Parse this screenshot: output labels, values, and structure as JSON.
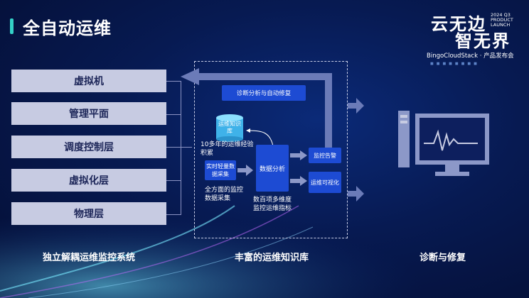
{
  "header": {
    "title": "全自动运维"
  },
  "brand": {
    "line1": "云无边",
    "line2": "智无界",
    "small": "2024 Q3 PRODUCT LAUNCH",
    "subtitle": "BingoCloudStack · 产品发布会"
  },
  "layers": [
    "虚拟机",
    "管理平面",
    "调度控制层",
    "虚拟化层",
    "物理层"
  ],
  "knowledge": {
    "repair": "诊断分析与自动修复",
    "db_label": "运维知识库",
    "experience": "10多年的运维经验积累",
    "realtime": "实时轻量数据采集",
    "fullcollect": "全方面的监控数据采集",
    "analysis": "数据分析",
    "monitor_alert": "监控告警",
    "visualize": "运维可视化",
    "metrics": "数百项多维度监控运维指标"
  },
  "captions": {
    "left": "独立解耦运维监控系统",
    "middle": "丰富的运维知识库",
    "right": "诊断与修复"
  },
  "colors": {
    "accent": "#34d1c7",
    "box_blue": "#1d4bd3",
    "layer_bg": "#c7cbe2"
  }
}
